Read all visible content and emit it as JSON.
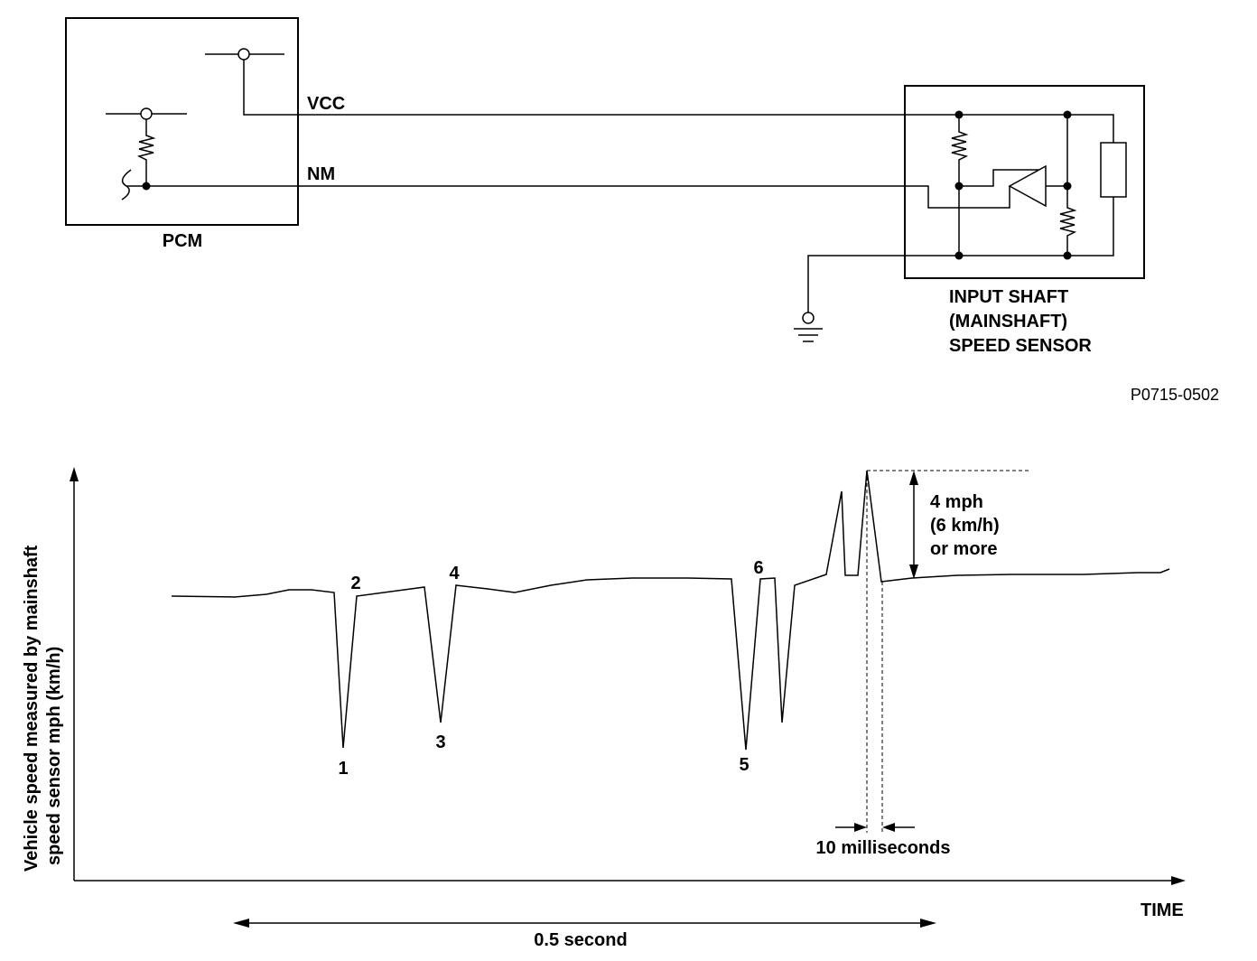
{
  "pcm": {
    "label": "PCM"
  },
  "wires": {
    "vcc": "VCC",
    "nm": "NM"
  },
  "sensor": {
    "line1": "INPUT SHAFT",
    "line2": "(MAINSHAFT)",
    "line3": "SPEED SENSOR"
  },
  "figure_code": "P0715-0502",
  "graph": {
    "ylabel_line1": "Vehicle speed measured by mainshaft",
    "ylabel_line2": "speed sensor mph (km/h)",
    "xlabel": "TIME",
    "labels": [
      "1",
      "2",
      "3",
      "4",
      "5",
      "6"
    ],
    "threshold": {
      "line1": "4 mph",
      "line2": "(6 km/h)",
      "line3": "or more"
    },
    "pulse_width": "10 milliseconds",
    "span": "0.5 second"
  }
}
